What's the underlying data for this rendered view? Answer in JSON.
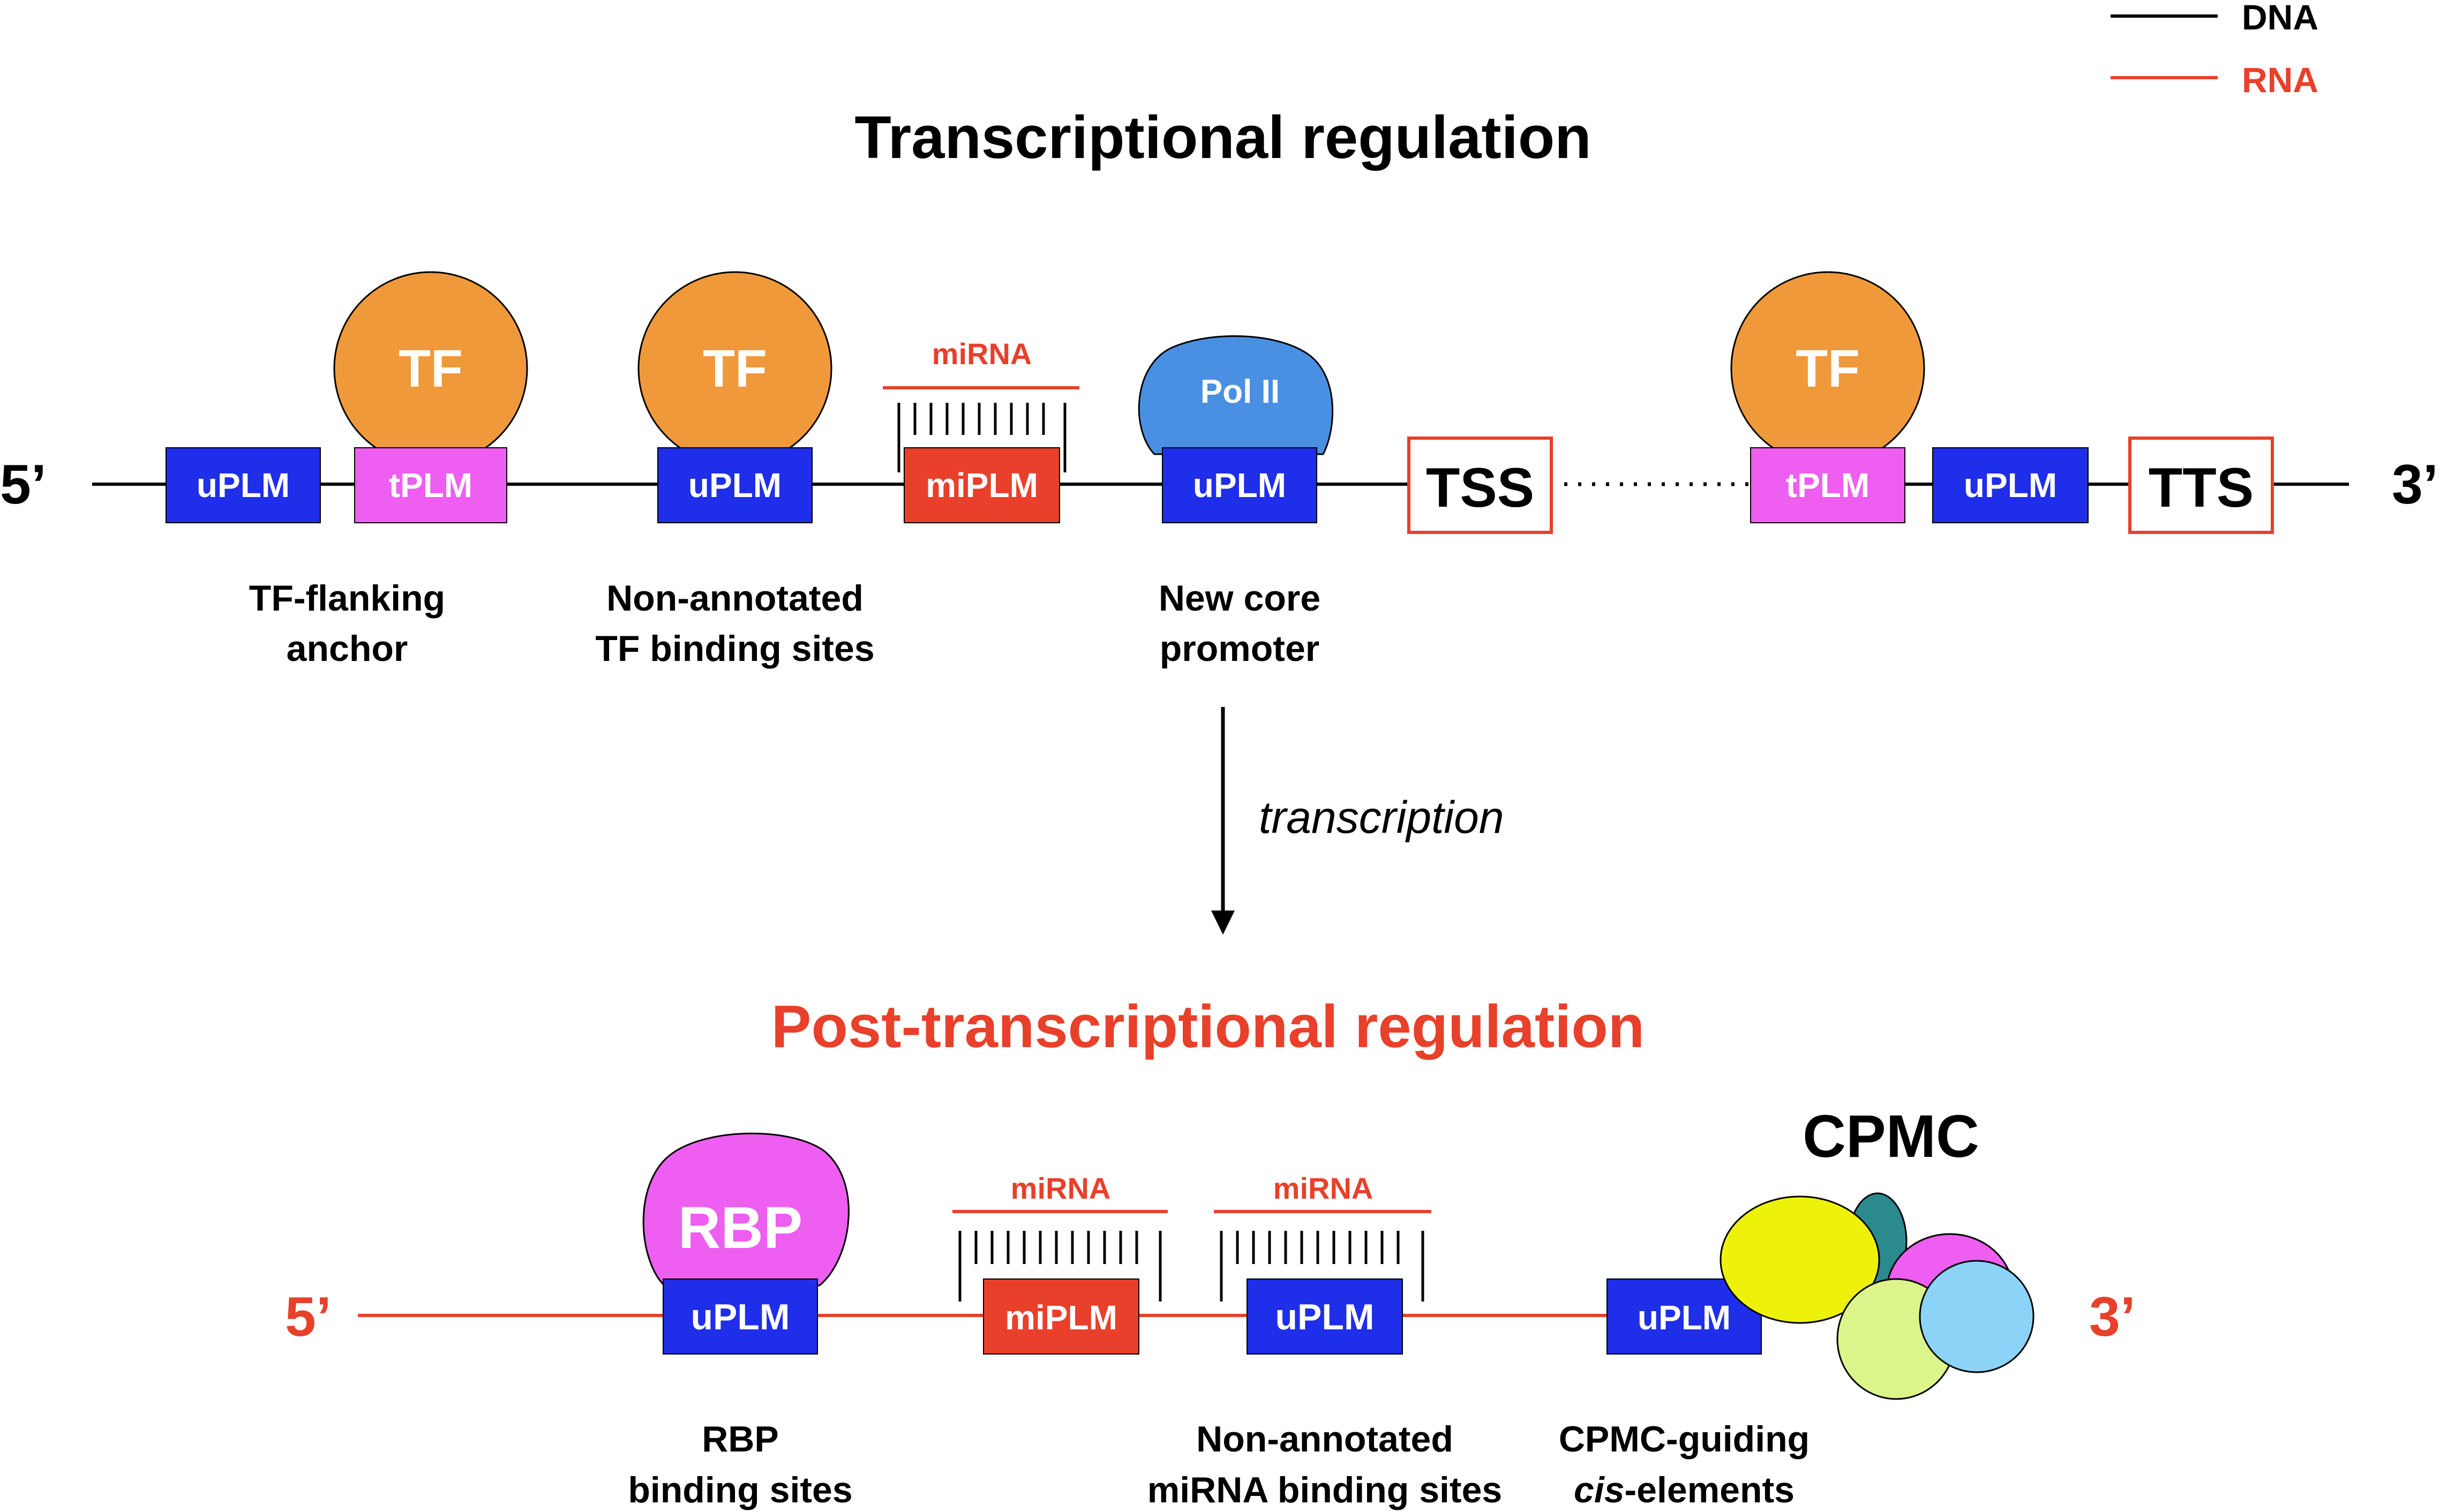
{
  "legend": {
    "dna_label": "DNA",
    "rna_label": "RNA"
  },
  "transcriptional": {
    "title": "Transcriptional regulation",
    "five_prime": "5’",
    "three_prime": "3’",
    "tf_label": "TF",
    "pol2_label": "Pol II",
    "mirna_label": "miRNA",
    "uplm": "uPLM",
    "tplm": "tPLM",
    "miplm": "miPLM",
    "tss": "TSS",
    "tts": "TTS",
    "captions": {
      "anchor_l1": "TF-flanking",
      "anchor_l2": "anchor",
      "nonann_l1": "Non-annotated",
      "nonann_l2": "TF binding sites",
      "core_l1": "New core",
      "core_l2": "promoter"
    }
  },
  "arrow_label": "transcription",
  "post": {
    "title": "Post-transcriptional regulation",
    "five_prime": "5’",
    "three_prime": "3’",
    "rbp_label": "RBP",
    "mirna_label": "miRNA",
    "uplm": "uPLM",
    "miplm": "miPLM",
    "cpmc_label": "CPMC",
    "captions": {
      "rbp_l1": "RBP",
      "rbp_l2": "binding sites",
      "mirna_l1": "Non-annotated",
      "mirna_l2": "miRNA binding sites",
      "cpmc_l1": "CPMC-guiding",
      "cpmc_l2a": "cis",
      "cpmc_l2b": "-elements"
    }
  },
  "colors": {
    "dna": "#000000",
    "rna": "#e8402a",
    "uplm": "#1f2ee8",
    "tplm": "#ee5ef0",
    "miplm": "#e8402a",
    "tf": "#f0993a",
    "pol2": "#4a90e2",
    "rbp": "#ee5ef0",
    "box_outline": "#e8402a"
  }
}
